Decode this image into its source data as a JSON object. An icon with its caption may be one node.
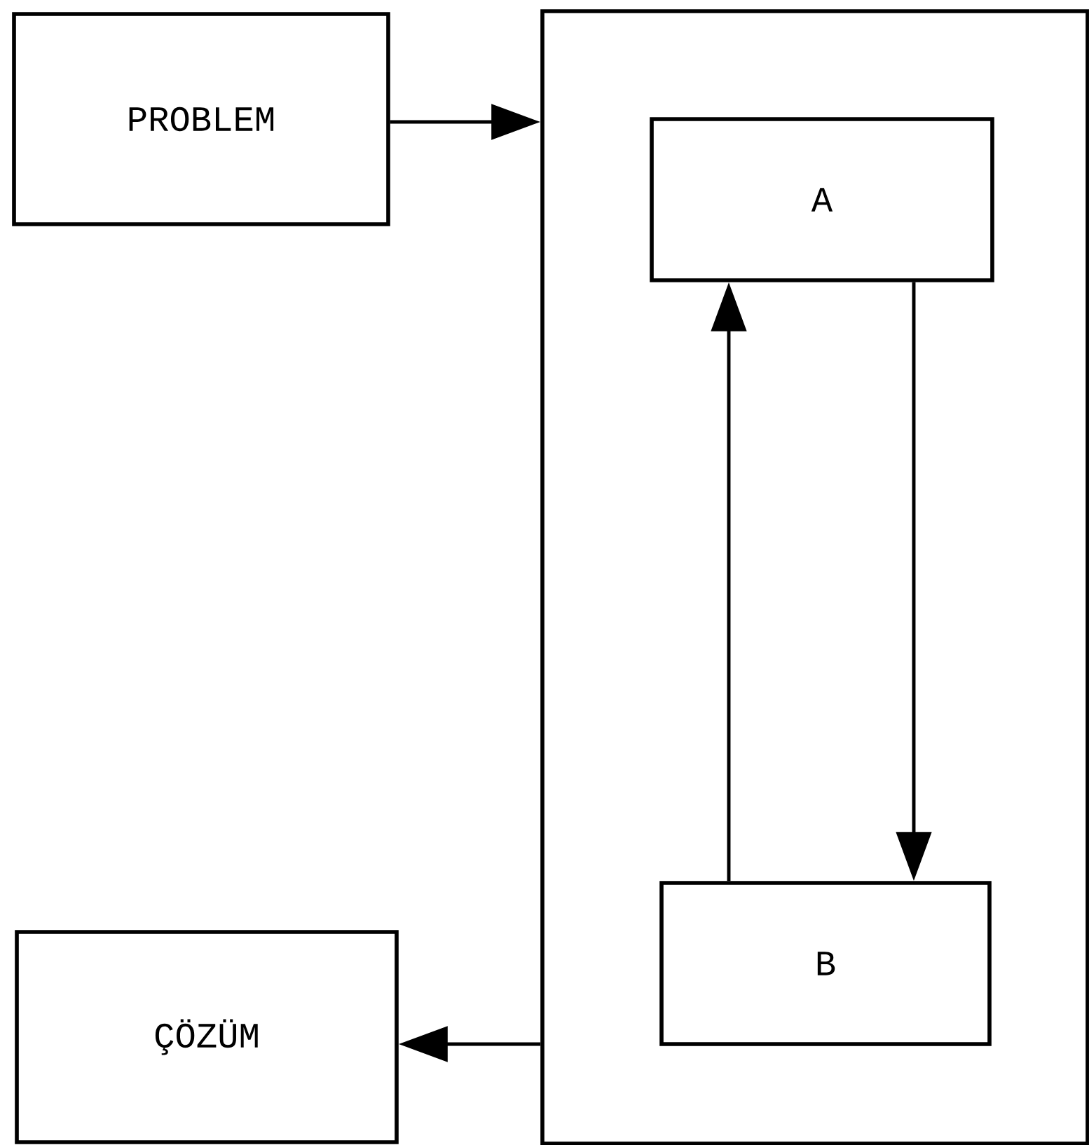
{
  "diagram": {
    "nodes": [
      {
        "text": [
          "PROBLEM"
        ]
      },
      {
        "text": [],
        "shape": "box"
      },
      {
        "text": [
          "A"
        ],
        "in": 1
      },
      {
        "text": [
          "B"
        ],
        "in": 1
      },
      {
        "text": [
          "ÇÖZÜM"
        ]
      }
    ],
    "edges": [
      {
        "from": 0,
        "to": 1,
        "arrow": "to"
      },
      {
        "from": 3,
        "to": 2,
        "arrow": "to"
      },
      {
        "from": 2,
        "to": 3,
        "arrow": "to"
      },
      {
        "from": 1,
        "to": 4,
        "arrow": "to"
      }
    ]
  }
}
